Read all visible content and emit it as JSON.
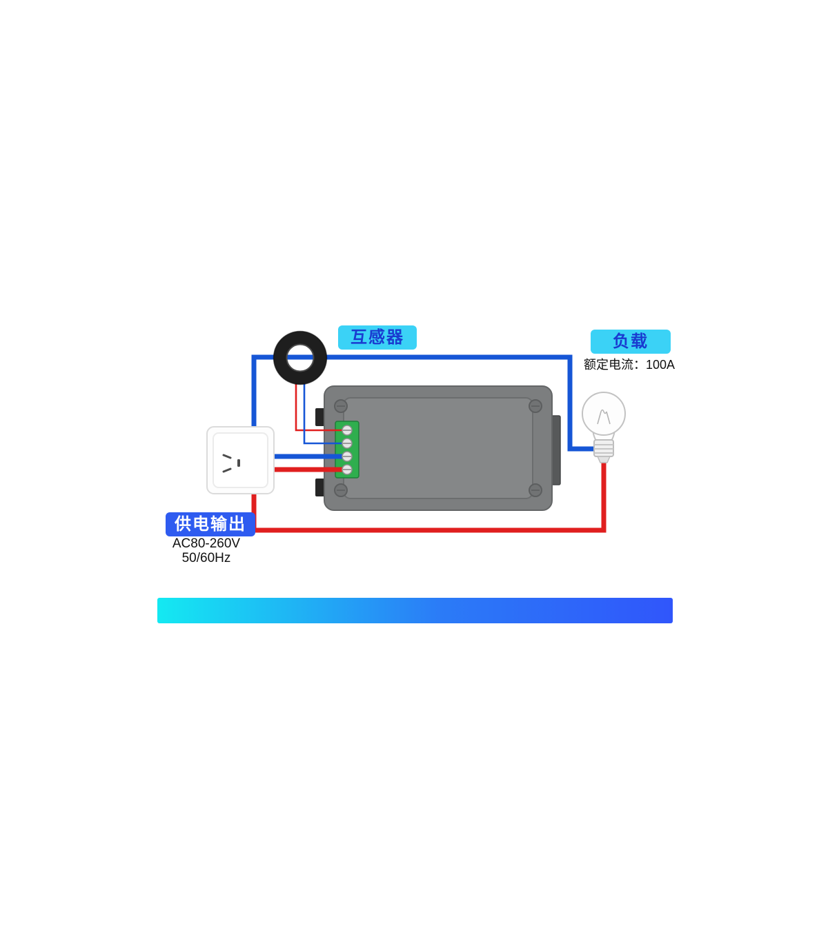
{
  "labels": {
    "ct_badge": "互感器",
    "load_badge": "负载",
    "load_rating": "额定电流：100A",
    "supply_badge": "供电输出",
    "supply_voltage": "AC80-260V",
    "supply_freq": "50/60Hz"
  },
  "colors": {
    "badge-cyan": "#3BD2F6",
    "badge-cyan-text": "#1A3BD0",
    "badge-blue": "#2E5BF0",
    "badge-blue-text": "#FFFFFF",
    "wire-blue": "#1656D6",
    "wire-red": "#E01F1F",
    "bar-start": "#14E9F2",
    "bar-end": "#3056FB",
    "meter-body": "#7C7E7F",
    "meter-panel": "#858788",
    "terminal-green": "#2FAE4E",
    "ring-black": "#1E1E1E"
  }
}
